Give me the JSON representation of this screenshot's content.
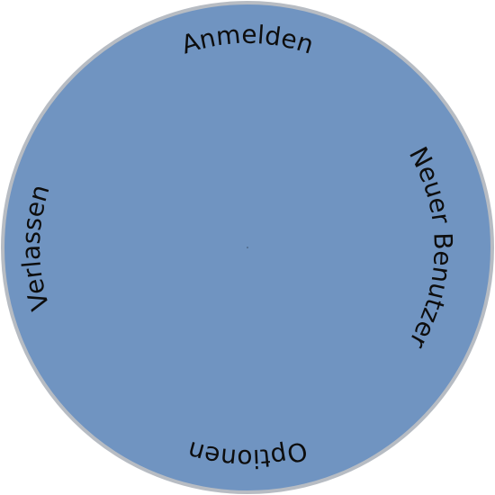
{
  "menu": {
    "items": [
      {
        "id": "login",
        "label": "Anmelden"
      },
      {
        "id": "new-user",
        "label": "Neuer Benutzer"
      },
      {
        "id": "options",
        "label": "Optionen"
      },
      {
        "id": "quit",
        "label": "Verlassen"
      }
    ]
  },
  "colors": {
    "disc_fill": "#7094c1",
    "disc_stroke": "#b7bcc3",
    "text": "#0d0d0d"
  }
}
